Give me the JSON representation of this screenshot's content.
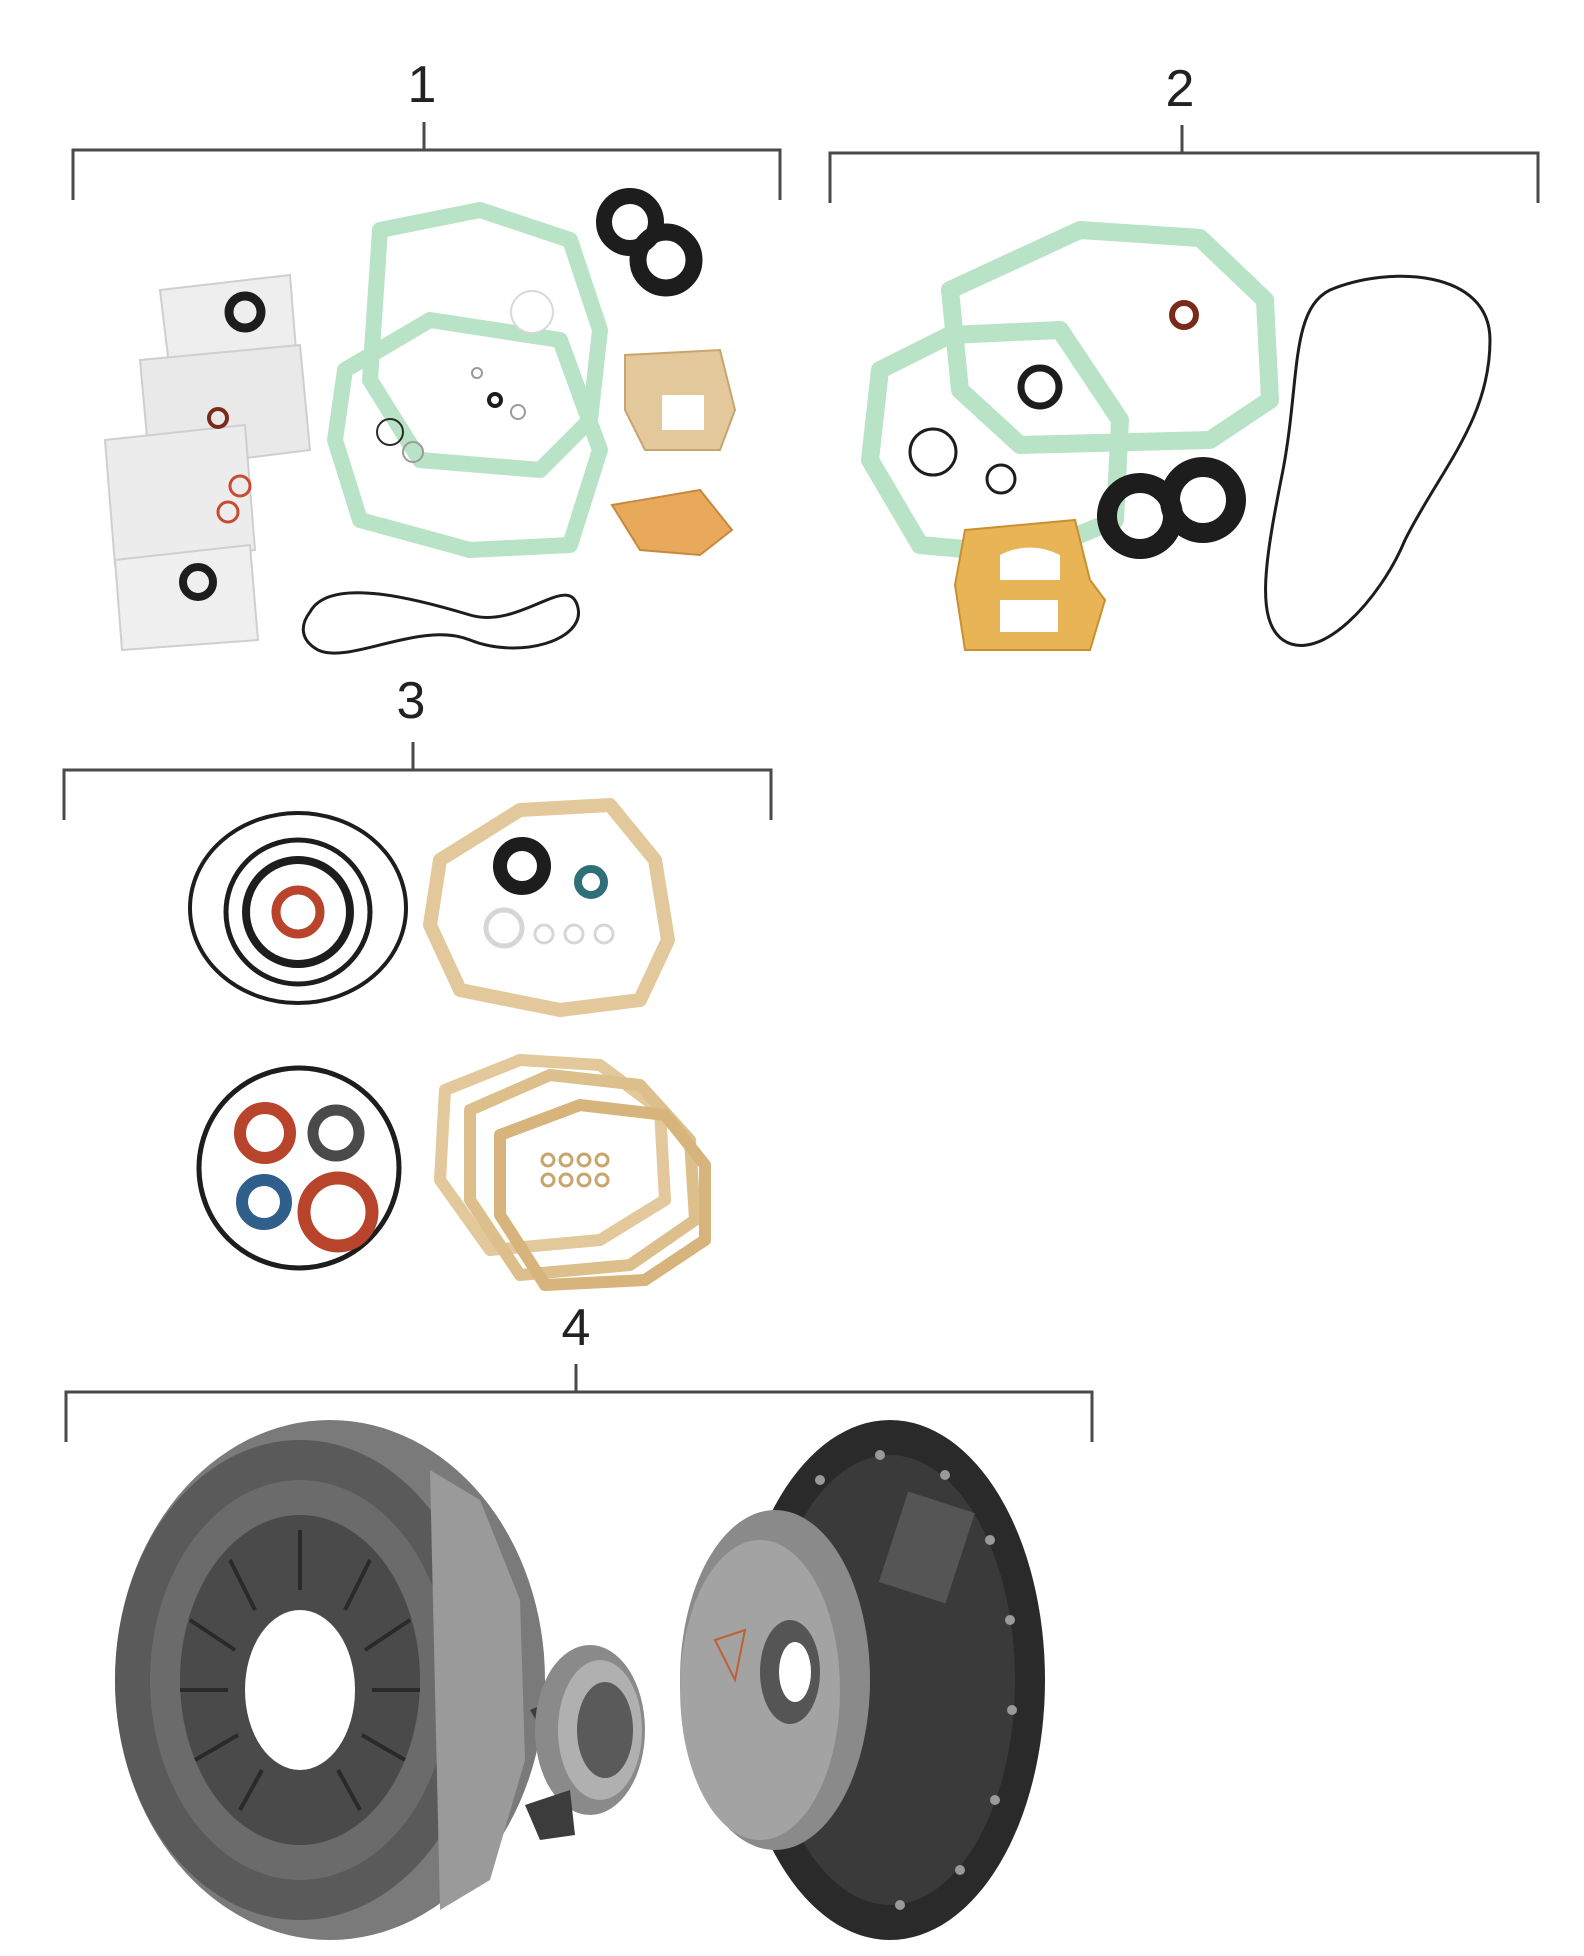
{
  "groups": [
    {
      "id": "group-1",
      "label": "1"
    },
    {
      "id": "group-2",
      "label": "2"
    },
    {
      "id": "group-3",
      "label": "3"
    },
    {
      "id": "group-4",
      "label": "4"
    }
  ],
  "colors": {
    "bracket": "#4a4a4a",
    "green_gasket": "#b9e3c6",
    "green_gasket_edge": "#8fc5a0",
    "tan_gasket": "#e2c89a",
    "tan_gasket_edge": "#c9a56e",
    "orange_gasket": "#e8a95a",
    "seal_black": "#1d1d1d",
    "seal_red": "#b8442c",
    "seal_blue": "#2f5f8a",
    "metal": "#8a8a8a",
    "metal_dark": "#3c3c3c",
    "friction": "#2a2a2a"
  }
}
